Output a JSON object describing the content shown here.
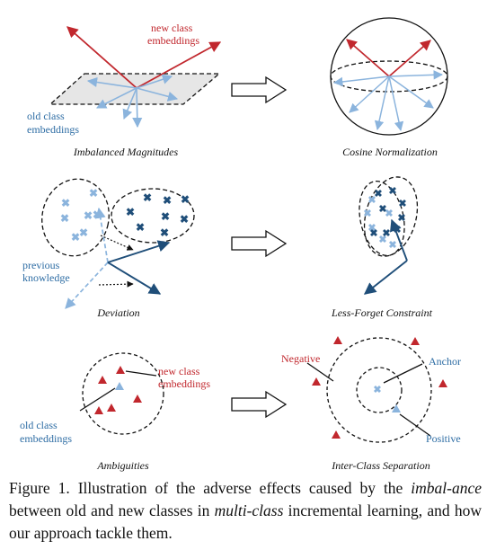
{
  "colors": {
    "red": "#c1272d",
    "light_blue": "#8bb4dd",
    "dark_blue": "#1f4e79",
    "label_blue": "#2e6da4",
    "gray_fill": "#e6e6e6"
  },
  "panels": {
    "imbalanced": {
      "title": "Imbalanced Magnitudes",
      "new_label": [
        "new class",
        "embeddings"
      ],
      "old_label": [
        "old class",
        "embeddings"
      ]
    },
    "cosine": {
      "title": "Cosine Normalization"
    },
    "deviation": {
      "title": "Deviation",
      "prev_label": [
        "previous",
        "knowledge"
      ]
    },
    "less_forget": {
      "title": "Less-Forget Constraint"
    },
    "ambiguities": {
      "title": "Ambiguities",
      "new_label": [
        "new class",
        "embeddings"
      ],
      "old_label": [
        "old class",
        "embeddings"
      ]
    },
    "separation": {
      "title": "Inter-Class Separation",
      "negative": "Negative",
      "anchor": "Anchor",
      "positive": "Positive"
    }
  },
  "caption": {
    "prefix": "Figure 1. Illustration of the adverse effects caused by the ",
    "emph1": "imbal-ance",
    "mid": " between old and new classes in ",
    "emph2": "multi-class",
    "suffix": " incremental learning, and how our approach tackle them."
  }
}
